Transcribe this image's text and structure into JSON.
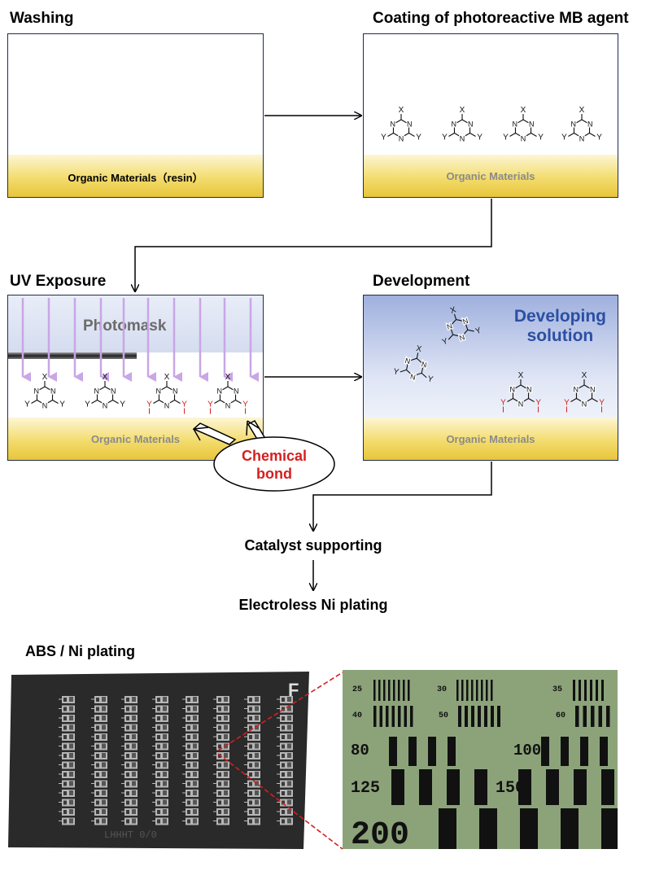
{
  "steps": {
    "washing": {
      "title": "Washing",
      "substrate": "Organic Materials（resin）"
    },
    "coating": {
      "title": "Coating of photoreactive MB agent",
      "substrate": "Organic Materials"
    },
    "uv": {
      "title": "UV Exposure",
      "photomask": "Photomask",
      "substrate": "Organic Materials",
      "callout_line1": "Chemical",
      "callout_line2": "bond"
    },
    "development": {
      "title": "Development",
      "solution_line1": "Developing",
      "solution_line2": "solution",
      "substrate": "Organic Materials"
    }
  },
  "flow": {
    "catalyst": "Catalyst supporting",
    "plating": "Electroless Ni plating"
  },
  "sample": {
    "title": "ABS / Ni plating",
    "corner_mark": "F",
    "bottom_text": "LHHHT 0/0"
  },
  "resolution": {
    "labels": [
      "25",
      "30",
      "35",
      "40",
      "50",
      "60",
      "80",
      "100",
      "125",
      "150",
      "200"
    ]
  },
  "molecule": {
    "center": "N",
    "top": "X",
    "side": "Y"
  },
  "colors": {
    "accent_red": "#d42020",
    "frame": "#1f2d4d",
    "solution_text": "#2b4fa3",
    "uv_arrow": "#c9a6e6"
  }
}
